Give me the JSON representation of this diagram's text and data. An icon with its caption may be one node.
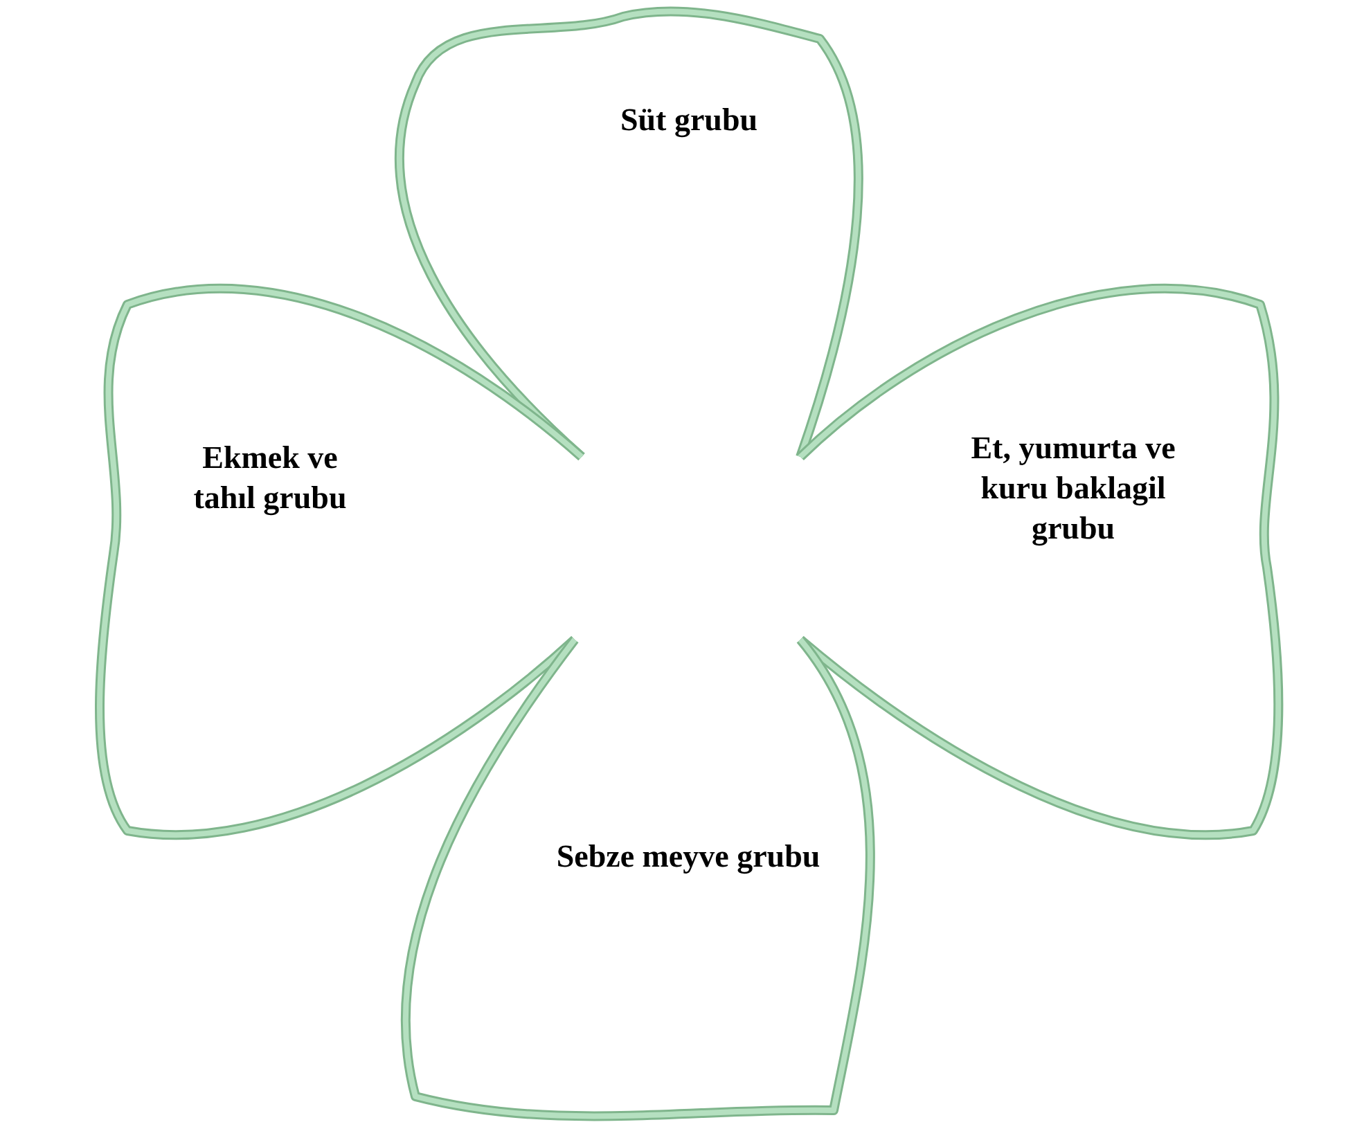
{
  "diagram": {
    "nodes": [
      {
        "text": [
          "Süt grubu"
        ]
      },
      {
        "text": [
          "Ekmek ve tahıl grubu"
        ]
      },
      {
        "text": [
          "Et, yumurta ve kuru baklagil grubu"
        ]
      },
      {
        "text": [
          "Sebze meyve grubu"
        ]
      }
    ]
  }
}
